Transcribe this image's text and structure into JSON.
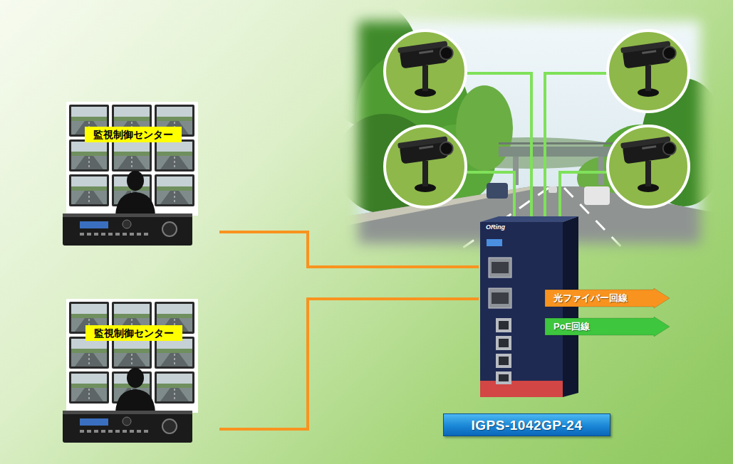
{
  "diagram": {
    "nodes": [
      {
        "text": [
          "監視制御センター"
        ]
      },
      {
        "text": [
          "監視制御センター"
        ]
      },
      {
        "text": [
          "ORing",
          "IGPS-1042GP-24"
        ]
      }
    ],
    "edges": [
      {
        "from": 0,
        "to": 2,
        "arrow": "none"
      },
      {
        "from": 1,
        "to": 2,
        "arrow": "none"
      }
    ],
    "legend": [
      {
        "text": "光ファイバー回線",
        "color": "#f7931e"
      },
      {
        "text": "PoE回線",
        "color": "#3ec63e"
      }
    ]
  }
}
